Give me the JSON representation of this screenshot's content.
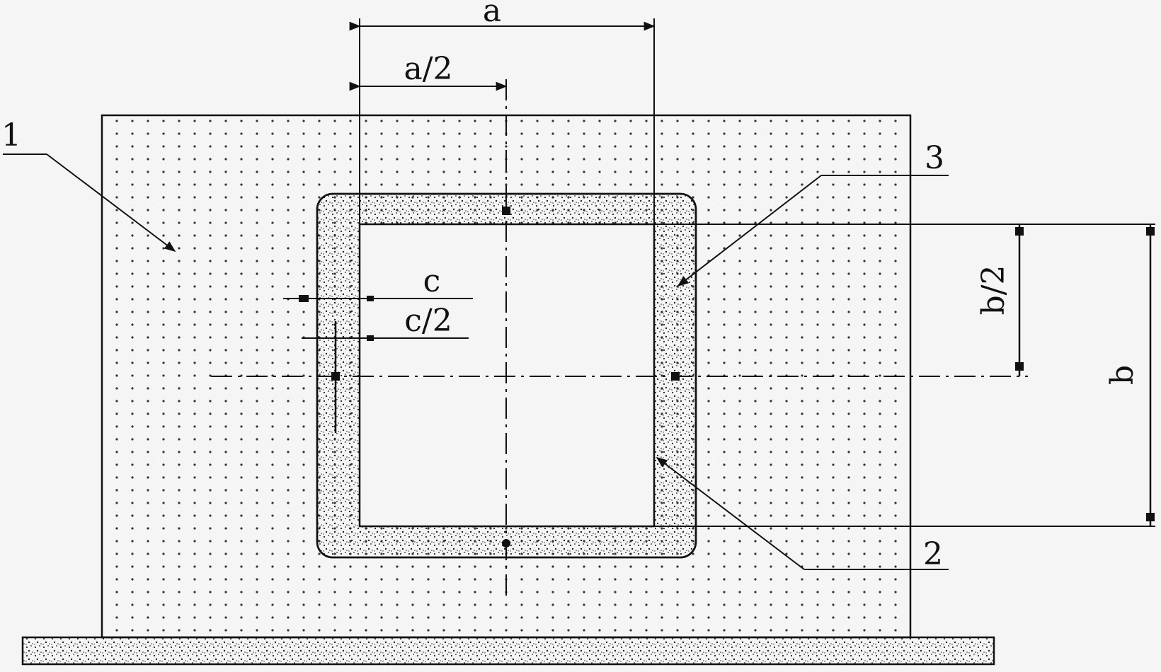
{
  "dimensions": {
    "a": "a",
    "a_half": "a/2",
    "b": "b",
    "b_half": "b/2",
    "c": "c",
    "c_half": "c/2"
  },
  "callouts": {
    "part_1": "1",
    "part_2": "2",
    "part_3": "3"
  },
  "colors": {
    "line": "#111111",
    "background": "#f5f5f5",
    "stipple": "#333333"
  }
}
